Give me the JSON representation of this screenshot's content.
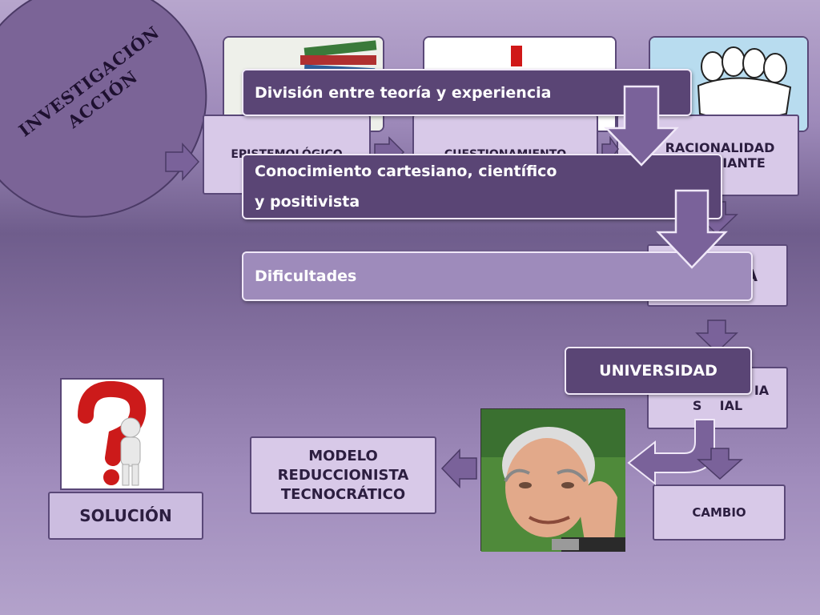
{
  "slide": {
    "background_colors": [
      "#b7a6cd",
      "#6f5d8c",
      "#b3a2cb"
    ],
    "accent_dark": "#5a4575",
    "accent_light": "#d8c9e8"
  },
  "title_ellipse": {
    "line1": "INVESTIGACIÓN",
    "line2": "ACCIÓN"
  },
  "top_images": [
    {
      "icon": "books-stack-icon"
    },
    {
      "icon": "exclamation-mark-icon"
    },
    {
      "icon": "hands-together-icon"
    }
  ],
  "concepts": {
    "epistemologico": "EPISTEMOLÓGICO",
    "cuestionamiento": "CUESTIONAMIENTO",
    "racionalidad_line1": "RACIONALIDAD",
    "racionalidad_line2": "IANTE",
    "partial_a": "A",
    "social_line1": "IA",
    "social_line2": "S    IAL",
    "cambio": "CAMBIO",
    "modelo_line1": "MODELO",
    "modelo_line2": "REDUCCIONISTA",
    "modelo_line3": "TECNOCRÁTICO",
    "solucion": "SOLUCIÓN"
  },
  "overlay_boxes": {
    "division": "División entre teoría y experiencia",
    "conocimiento_line1": "Conocimiento cartesiano, científico",
    "conocimiento_line2": "y positivista",
    "dificultades": "Dificultades",
    "universidad": "UNIVERSIDAD"
  },
  "images": {
    "question_figure": "question-mark-figure-icon",
    "portrait": "man-portrait-photo"
  }
}
